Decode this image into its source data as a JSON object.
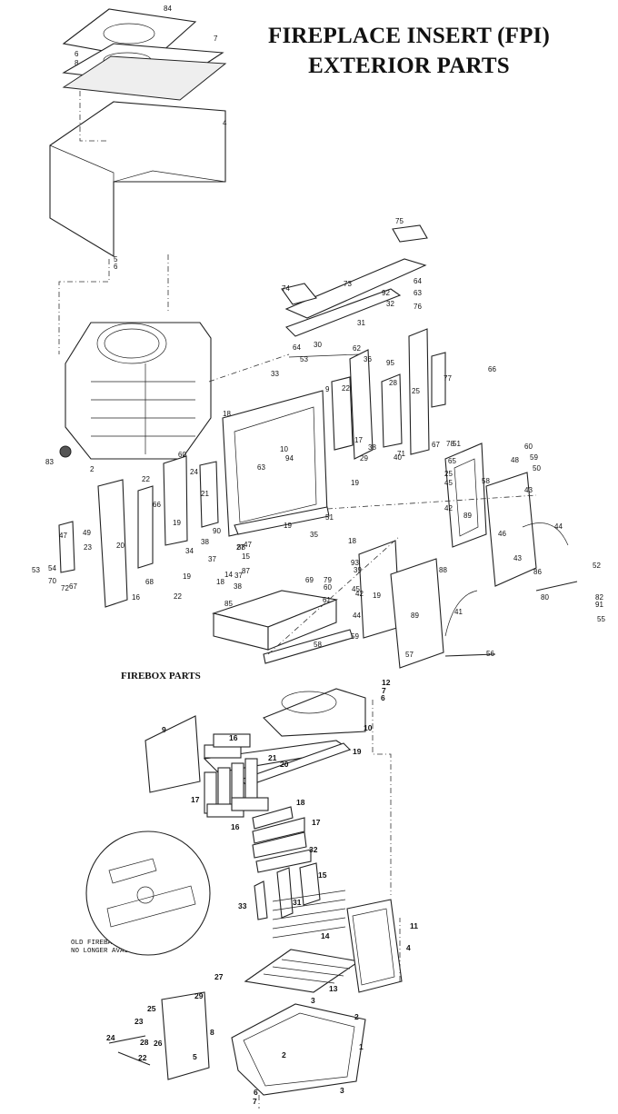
{
  "title": {
    "line1": "FIREPLACE INSERT (FPI)",
    "line2": "EXTERIOR PARTS"
  },
  "firebox_heading": "FIREBOX PARTS",
  "note": {
    "line1": "OLD FIREBACK COMPONENTS",
    "line2": "NO LONGER AVAILABLE"
  },
  "exterior_callouts": [
    "84",
    "7",
    "6",
    "8",
    "4",
    "5",
    "6",
    "75",
    "73",
    "64",
    "63",
    "74",
    "92",
    "32",
    "76",
    "31",
    "30",
    "64",
    "53",
    "62",
    "33",
    "9",
    "22",
    "36",
    "95",
    "28",
    "25",
    "77",
    "66",
    "83",
    "2",
    "60",
    "24",
    "22",
    "94",
    "10",
    "63",
    "17",
    "29",
    "40",
    "38",
    "71",
    "67",
    "78",
    "51",
    "60",
    "59",
    "48",
    "50",
    "49",
    "47",
    "23",
    "66",
    "19",
    "20",
    "21",
    "65",
    "25",
    "58",
    "45",
    "89",
    "43",
    "42",
    "46",
    "44",
    "88",
    "90",
    "38",
    "34",
    "19",
    "27",
    "15",
    "14",
    "37",
    "38",
    "93",
    "19",
    "18",
    "39",
    "19",
    "45",
    "89",
    "42",
    "88",
    "44",
    "41",
    "43",
    "86",
    "51",
    "52",
    "53",
    "54",
    "72",
    "70",
    "67",
    "22",
    "68",
    "16",
    "85",
    "69",
    "79",
    "60",
    "61",
    "58",
    "59",
    "80",
    "82",
    "91",
    "55",
    "56",
    "57",
    "87",
    "47",
    "37",
    "18",
    "35",
    "18",
    "19",
    "12",
    "11",
    "13"
  ],
  "firebox_callouts": [
    "12",
    "7",
    "6",
    "10",
    "9",
    "16",
    "21",
    "20",
    "19",
    "17",
    "16",
    "18",
    "17",
    "32",
    "15",
    "33",
    "31",
    "14",
    "11",
    "4",
    "27",
    "29",
    "13",
    "25",
    "23",
    "24",
    "28",
    "26",
    "22",
    "8",
    "5",
    "3",
    "2",
    "2",
    "1",
    "6",
    "7",
    "3"
  ]
}
